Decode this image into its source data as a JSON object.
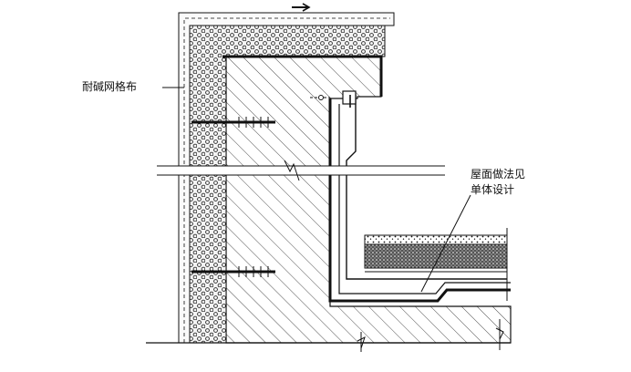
{
  "labels": {
    "mesh": "耐碱网格布",
    "roof_line1": "屋面做法见",
    "roof_line2": "单体设计"
  },
  "icons": {
    "direction_arrow": "arrow-right-icon",
    "break_mark": "break-line-icon",
    "anchor": "anchor-bolt-icon"
  },
  "colors": {
    "line": "#111111",
    "background": "#ffffff"
  }
}
